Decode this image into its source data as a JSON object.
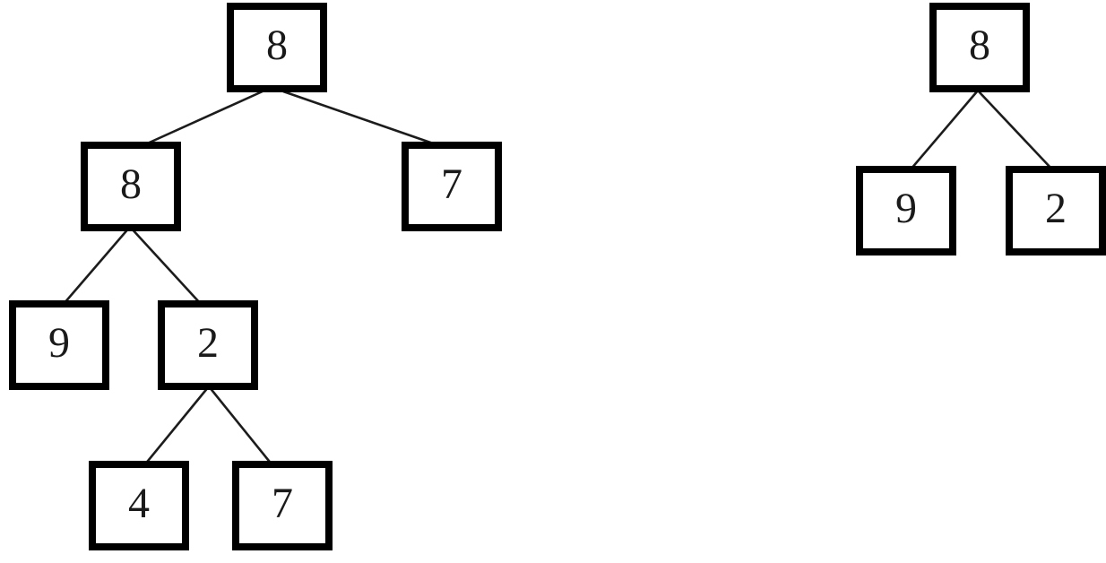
{
  "canvas": {
    "background_color": "#ffffff",
    "node_border_color": "#000000",
    "node_fill_color": "#ffffff",
    "node_text_color": "#1a1a1a",
    "edge_color": "#1c1c1c"
  },
  "trees": [
    {
      "name": "left-tree",
      "nodes": [
        {
          "id": "root",
          "label": "8"
        },
        {
          "id": "root-left",
          "label": "8"
        },
        {
          "id": "root-right",
          "label": "7"
        },
        {
          "id": "root-left-left",
          "label": "9"
        },
        {
          "id": "root-left-right",
          "label": "2"
        },
        {
          "id": "root-left-right-left",
          "label": "4"
        },
        {
          "id": "root-left-right-right",
          "label": "7"
        }
      ],
      "edges": [
        {
          "from": "root",
          "to": "root-left"
        },
        {
          "from": "root",
          "to": "root-right"
        },
        {
          "from": "root-left",
          "to": "root-left-left"
        },
        {
          "from": "root-left",
          "to": "root-left-right"
        },
        {
          "from": "root-left-right",
          "to": "root-left-right-left"
        },
        {
          "from": "root-left-right",
          "to": "root-left-right-right"
        }
      ]
    },
    {
      "name": "right-tree",
      "nodes": [
        {
          "id": "root",
          "label": "8"
        },
        {
          "id": "root-left",
          "label": "9"
        },
        {
          "id": "root-right",
          "label": "2"
        }
      ],
      "edges": [
        {
          "from": "root",
          "to": "root-left"
        },
        {
          "from": "root",
          "to": "root-right"
        }
      ]
    }
  ]
}
